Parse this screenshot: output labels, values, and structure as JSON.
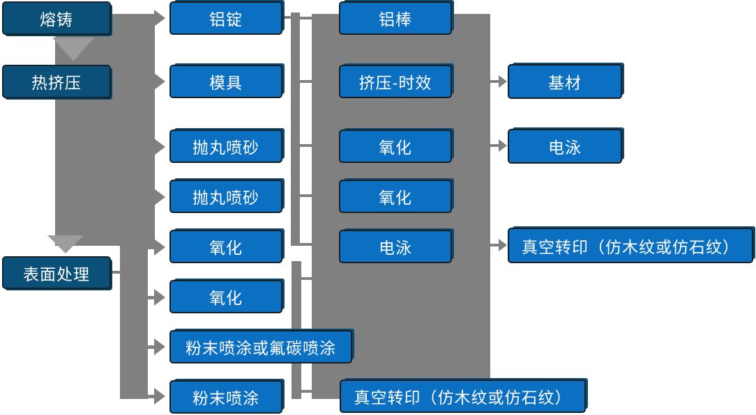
{
  "diagram": {
    "title": "",
    "colors": {
      "process_box": "#0c70c2",
      "stage_box": "#0b5078",
      "connector_gray": "#808080",
      "connector_light_gray": "#9c9c9c",
      "box_shadow_navy": "#0b4a73",
      "text": "#ffffff",
      "background": "#ffffff"
    },
    "nodes": {
      "melting_casting": "熔铸",
      "hot_extrusion": "热挤压",
      "surface_treatment": "表面处理",
      "aluminum_ingot": "铝锭",
      "mold": "模具",
      "shot_blast_1": "抛丸喷砂",
      "shot_blast_2": "抛丸喷砂",
      "oxidation_a": "氧化",
      "oxidation_b": "氧化",
      "powder_or_fluorocarbon_coating": "粉末喷涂或氟碳喷涂",
      "powder_coating": "粉末喷涂",
      "aluminum_rod": "铝棒",
      "extrusion_aging": "挤压-时效",
      "oxidation_c": "氧化",
      "oxidation_d": "氧化",
      "electrophoresis_a": "电泳",
      "vacuum_transfer_print_a": "真空转印（仿木纹或仿石纹）",
      "base_material": "基材",
      "electrophoresis_b": "电泳",
      "vacuum_transfer_print_b": "真空转印（仿木纹或仿石纹）"
    }
  }
}
